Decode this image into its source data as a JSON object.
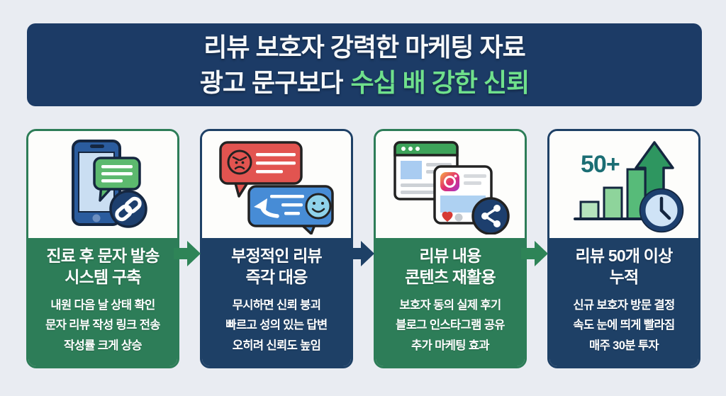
{
  "header": {
    "line1": "리뷰 보호자 강력한 마케팅 자료",
    "line2_white": "광고 문구보다",
    "line2_accent": "수십 배 강한 신뢰"
  },
  "cards": [
    {
      "icon": "phone-sms-link-icon",
      "theme": "green",
      "title_line1": "진료 후 문자 발송",
      "title_line2": "시스템 구축",
      "body": [
        "내원 다음 날 상태 확인",
        "문자 리뷰 작성 링크 전송",
        "작성률 크게 상승"
      ]
    },
    {
      "icon": "negative-review-reply-icon",
      "theme": "navy",
      "title_line1": "부정적인 리뷰",
      "title_line2": "즉각 대응",
      "body": [
        "무시하면 신뢰 붕괴",
        "빠르고 성의 있는 답변",
        "오히려 신뢰도 높임"
      ]
    },
    {
      "icon": "review-content-share-icon",
      "theme": "green",
      "title_line1": "리뷰 내용",
      "title_line2": "콘텐츠 재활용",
      "body": [
        "보호자 동의 실제 후기",
        "블로그 인스타그램 공유",
        "추가 마케팅 효과"
      ]
    },
    {
      "icon": "review-growth-chart-icon",
      "theme": "navy",
      "badge": "50+",
      "title_line1": "리뷰 50개 이상",
      "title_line2": "누적",
      "body": [
        "신규 보호자 방문 결정",
        "속도 눈에 띄게 빨라짐",
        "매주 30분 투자"
      ]
    }
  ],
  "colors": {
    "page_bg": "#e9ecf2",
    "header_bg": "#1c3b66",
    "accent_green_text": "#6fe08c",
    "card_green": "#2d7d58",
    "card_navy": "#1e4066",
    "arrow_green": "#2e8457",
    "arrow_navy": "#1e4066"
  }
}
